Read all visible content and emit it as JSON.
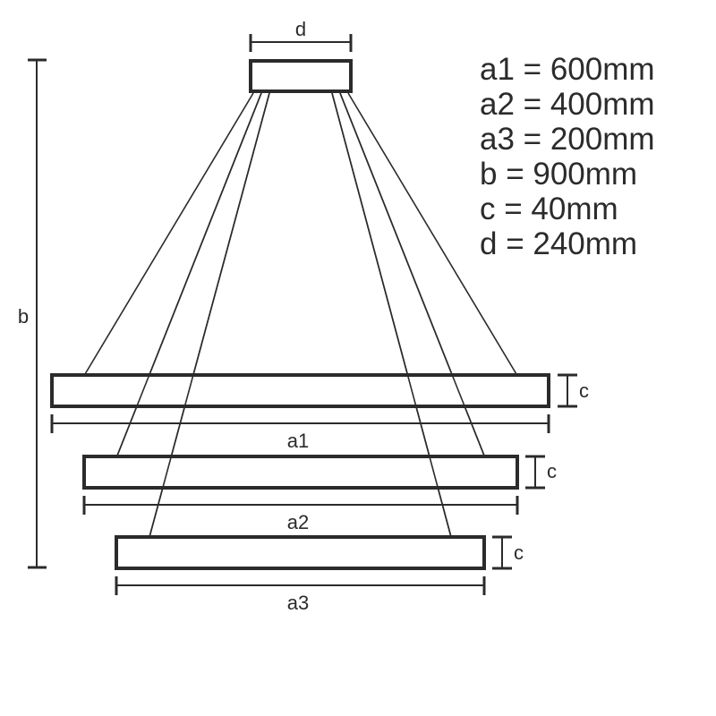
{
  "diagram": {
    "type": "pendant-lamp-dimensions",
    "stroke_color": "#2b2b2b",
    "background": "#ffffff",
    "labels": {
      "d": "d",
      "b": "b",
      "c1": "c",
      "c2": "c",
      "c3": "c",
      "a1": "a1",
      "a2": "a2",
      "a3": "a3"
    },
    "legend": [
      {
        "key": "a1",
        "text": "a1 = 600mm"
      },
      {
        "key": "a2",
        "text": "a2 = 400mm"
      },
      {
        "key": "a3",
        "text": "a3 = 200mm"
      },
      {
        "key": "b",
        "text": "b = 900mm"
      },
      {
        "key": "c",
        "text": "c = 40mm"
      },
      {
        "key": "d",
        "text": "d = 240mm"
      }
    ],
    "dimensions_mm": {
      "a1": 600,
      "a2": 400,
      "a3": 200,
      "b": 900,
      "c": 40,
      "d": 240
    }
  }
}
